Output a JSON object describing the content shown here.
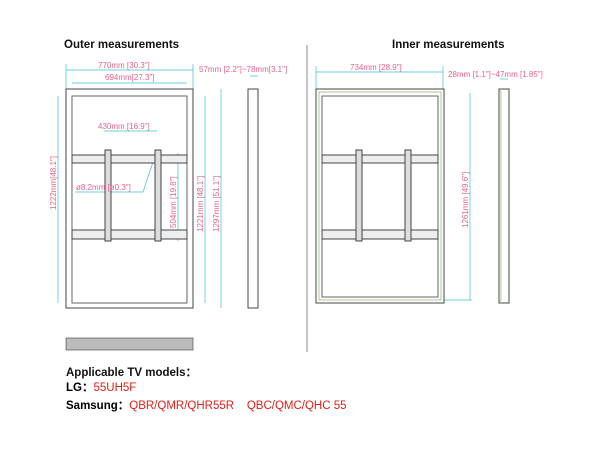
{
  "outer": {
    "title": "Outer measurements",
    "width": "770mm [30.3\"]",
    "inner_width": "694mm[27.3\"]",
    "hole_spacing": "430mm [16.9\"]",
    "hole_diameter": "ø8.2mm [ø0.3\"]",
    "vertical_spacing": "504mm [19.8\"]",
    "inner_height": "1221mm [48.1\"]",
    "height": "1297mm [51.1\"]",
    "left_height": "1222mm[48.1\"]",
    "depth": "57mm [2.2\"]~78mm[3.1\"]"
  },
  "inner": {
    "title": "Inner measurements",
    "width": "734mm [28.9\"]",
    "height": "1261mm [49.6\"]",
    "depth": "28mm [1.1\"]~47mm [1.85\"]"
  },
  "models": {
    "heading": "Applicable TV models：",
    "lg_label": "LG：",
    "lg_models": "55UH5F",
    "samsung_label": "Samsung：",
    "samsung_models": "QBR/QMR/QHR55R    QBC/QMC/QHC 55"
  },
  "colors": {
    "dimension": "#e8628a",
    "dimension_line": "#3cc0e0",
    "model_text": "#e0201a",
    "inner_frame": "#a8c890"
  }
}
